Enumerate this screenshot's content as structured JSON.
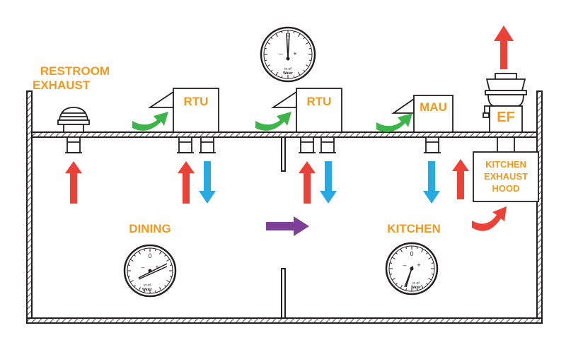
{
  "labels": {
    "restroom_exhaust_line1": "RESTROOM",
    "restroom_exhaust_line2": "EXHAUST",
    "rtu_1": "RTU",
    "rtu_2": "RTU",
    "mau": "MAU",
    "ef": "EF",
    "hood_line1": "KITCHEN",
    "hood_line2": "EXHAUST",
    "hood_line3": "HOOD",
    "dining": "DINING",
    "kitchen": "KITCHEN"
  },
  "gauge": {
    "zero": "0",
    "minus": "–",
    "plus": "+",
    "unit_line1": "in of",
    "unit_line2": "Water"
  },
  "colors": {
    "label_orange": "#f39a1e",
    "arrow_red": "#ec4136",
    "arrow_blue": "#27a9e1",
    "arrow_green": "#3eb54a",
    "arrow_purple": "#7d3f98",
    "line": "#231f20"
  }
}
